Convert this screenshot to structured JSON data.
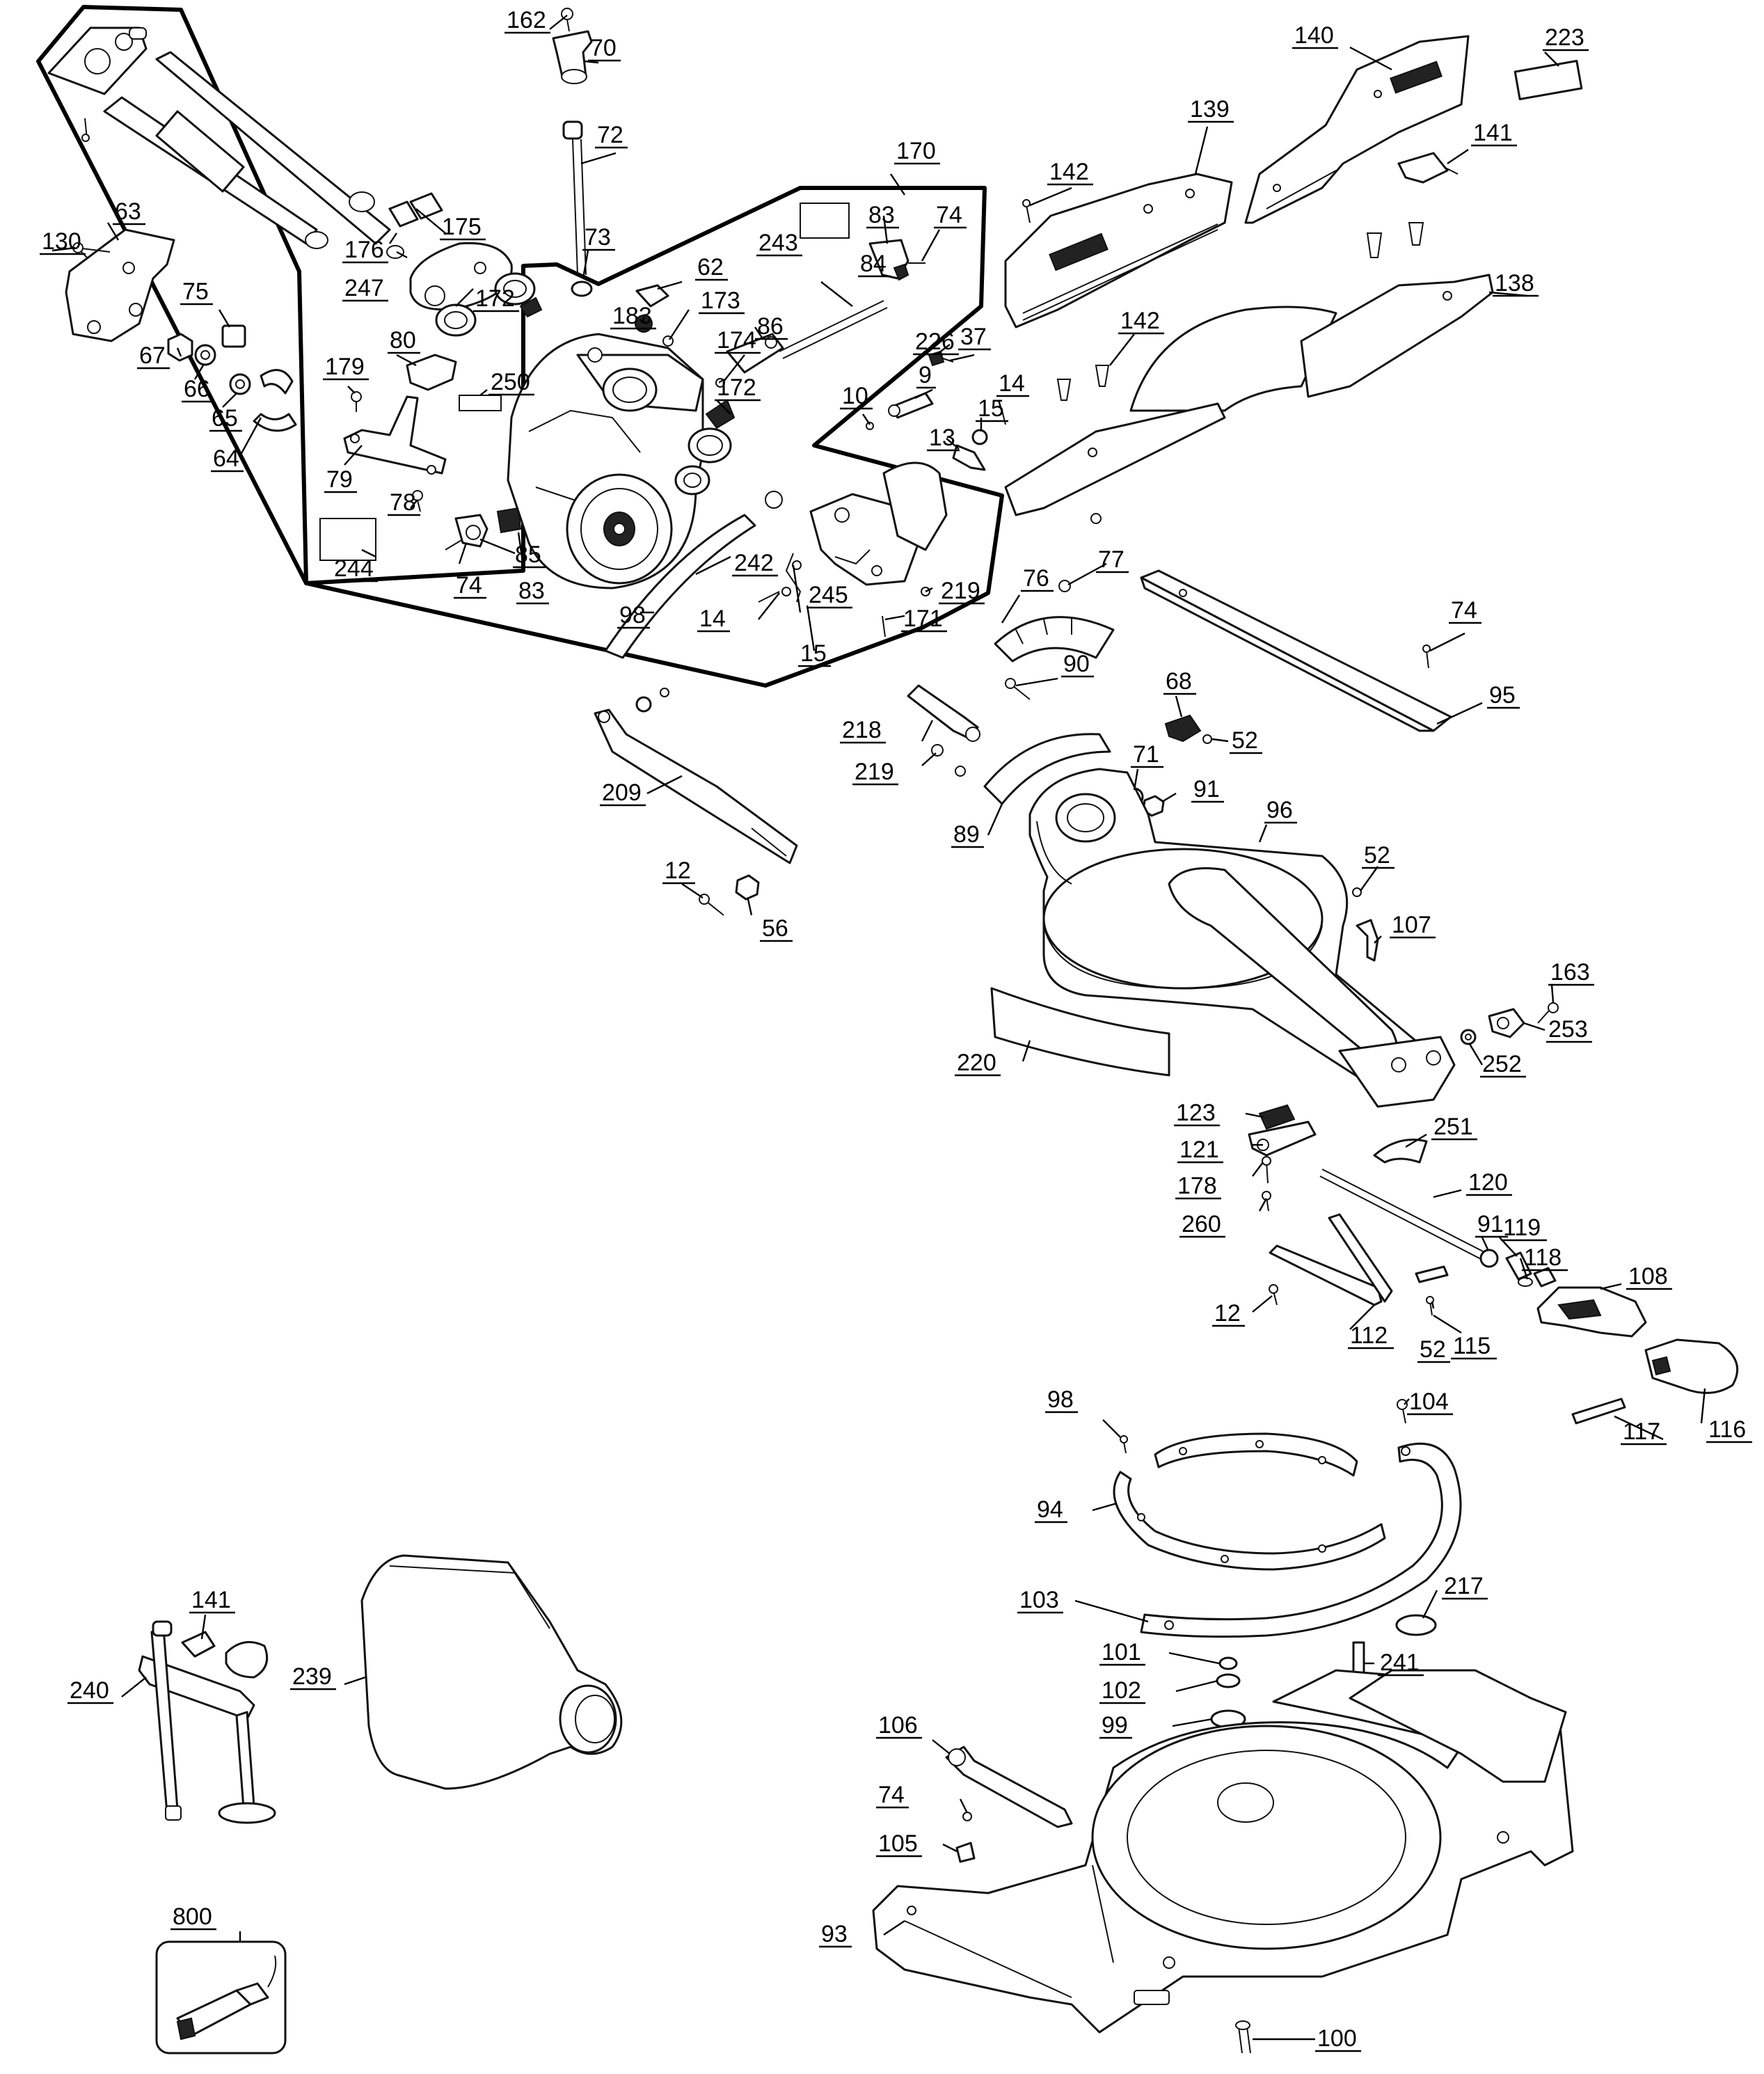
{
  "diagram": {
    "callouts": [
      {
        "label": "162",
        "part": "screw-top"
      },
      {
        "label": "70",
        "part": "handle-knob"
      },
      {
        "label": "72",
        "part": "rod"
      },
      {
        "label": "73",
        "part": "washer"
      },
      {
        "label": "170",
        "part": "motor-assembly-group"
      },
      {
        "label": "83",
        "part": "latch"
      },
      {
        "label": "74",
        "part": "screw"
      },
      {
        "label": "243",
        "part": "label"
      },
      {
        "label": "84",
        "part": "shaft"
      },
      {
        "label": "140",
        "part": "rear-guard"
      },
      {
        "label": "139",
        "part": "fence-left"
      },
      {
        "label": "142",
        "part": "screw"
      },
      {
        "label": "223",
        "part": "label"
      },
      {
        "label": "141",
        "part": "knob"
      },
      {
        "label": "138",
        "part": "fence-right"
      },
      {
        "label": "142",
        "part": "screw"
      },
      {
        "label": "63",
        "part": "bracket"
      },
      {
        "label": "130",
        "part": "screw"
      },
      {
        "label": "176",
        "part": "bushing"
      },
      {
        "label": "175",
        "part": "plate"
      },
      {
        "label": "247",
        "part": "washer"
      },
      {
        "label": "62",
        "part": "lock-knob"
      },
      {
        "label": "173",
        "part": "pin"
      },
      {
        "label": "183",
        "part": "spring"
      },
      {
        "label": "86",
        "part": "lever"
      },
      {
        "label": "174",
        "part": "pin"
      },
      {
        "label": "226",
        "part": "nut"
      },
      {
        "label": "37",
        "part": "screw"
      },
      {
        "label": "9",
        "part": "shaft"
      },
      {
        "label": "75",
        "part": "nut-block"
      },
      {
        "label": "172",
        "part": "spring"
      },
      {
        "label": "67",
        "part": "nut"
      },
      {
        "label": "66",
        "part": "washer"
      },
      {
        "label": "65",
        "part": "washer"
      },
      {
        "label": "64",
        "part": "clip"
      },
      {
        "label": "179",
        "part": "screw"
      },
      {
        "label": "80",
        "part": "bracket"
      },
      {
        "label": "250",
        "part": "label"
      },
      {
        "label": "172",
        "part": "spring"
      },
      {
        "label": "10",
        "part": "pin"
      },
      {
        "label": "15",
        "part": "washer"
      },
      {
        "label": "14",
        "part": "screw"
      },
      {
        "label": "13",
        "part": "lever"
      },
      {
        "label": "79",
        "part": "plate"
      },
      {
        "label": "78",
        "part": "screw"
      },
      {
        "label": "244",
        "part": "label"
      },
      {
        "label": "74",
        "part": "screw"
      },
      {
        "label": "83",
        "part": "latch"
      },
      {
        "label": "85",
        "part": "spring"
      },
      {
        "label": "242",
        "part": "cable"
      },
      {
        "label": "98",
        "part": "screw"
      },
      {
        "label": "14",
        "part": "screw"
      },
      {
        "label": "245",
        "part": "spring"
      },
      {
        "label": "15",
        "part": "washer"
      },
      {
        "label": "171",
        "part": "bracket"
      },
      {
        "label": "219",
        "part": "screw"
      },
      {
        "label": "76",
        "part": "scale"
      },
      {
        "label": "77",
        "part": "screw"
      },
      {
        "label": "74",
        "part": "screw"
      },
      {
        "label": "95",
        "part": "fence-base"
      },
      {
        "label": "90",
        "part": "screw"
      },
      {
        "label": "68",
        "part": "knob"
      },
      {
        "label": "52",
        "part": "screw"
      },
      {
        "label": "218",
        "part": "pivot-shaft"
      },
      {
        "label": "219",
        "part": "screw"
      },
      {
        "label": "89",
        "part": "bevel-scale"
      },
      {
        "label": "71",
        "part": "nut"
      },
      {
        "label": "91",
        "part": "nut"
      },
      {
        "label": "96",
        "part": "turntable-arm"
      },
      {
        "label": "209",
        "part": "wrench"
      },
      {
        "label": "12",
        "part": "screw"
      },
      {
        "label": "56",
        "part": "nut"
      },
      {
        "label": "52",
        "part": "screw"
      },
      {
        "label": "107",
        "part": "spring-clip"
      },
      {
        "label": "163",
        "part": "screw"
      },
      {
        "label": "253",
        "part": "knob"
      },
      {
        "label": "252",
        "part": "washer"
      },
      {
        "label": "220",
        "part": "kerf-plate"
      },
      {
        "label": "123",
        "part": "spring"
      },
      {
        "label": "121",
        "part": "detent-lever"
      },
      {
        "label": "251",
        "part": "bracket"
      },
      {
        "label": "178",
        "part": "pin"
      },
      {
        "label": "120",
        "part": "rod"
      },
      {
        "label": "260",
        "part": "screw"
      },
      {
        "label": "91",
        "part": "nut"
      },
      {
        "label": "119",
        "part": "bushing"
      },
      {
        "label": "118",
        "part": "spring"
      },
      {
        "label": "108",
        "part": "handle-bracket"
      },
      {
        "label": "12",
        "part": "screw"
      },
      {
        "label": "112",
        "part": "link"
      },
      {
        "label": "115",
        "part": "plate"
      },
      {
        "label": "52",
        "part": "screw"
      },
      {
        "label": "116",
        "part": "handle"
      },
      {
        "label": "117",
        "part": "pin"
      },
      {
        "label": "98",
        "part": "screw"
      },
      {
        "label": "104",
        "part": "screw"
      },
      {
        "label": "94",
        "part": "ring"
      },
      {
        "label": "103",
        "part": "detent-plate"
      },
      {
        "label": "217",
        "part": "disc"
      },
      {
        "label": "101",
        "part": "nut"
      },
      {
        "label": "102",
        "part": "washer"
      },
      {
        "label": "99",
        "part": "washer"
      },
      {
        "label": "241",
        "part": "pin"
      },
      {
        "label": "106",
        "part": "wrench"
      },
      {
        "label": "74",
        "part": "screw"
      },
      {
        "label": "105",
        "part": "clip"
      },
      {
        "label": "93",
        "part": "base"
      },
      {
        "label": "100",
        "part": "screw"
      },
      {
        "label": "141",
        "part": "knob"
      },
      {
        "label": "239",
        "part": "dust-bag"
      },
      {
        "label": "240",
        "part": "clamp"
      },
      {
        "label": "800",
        "part": "laser-kit"
      }
    ]
  }
}
